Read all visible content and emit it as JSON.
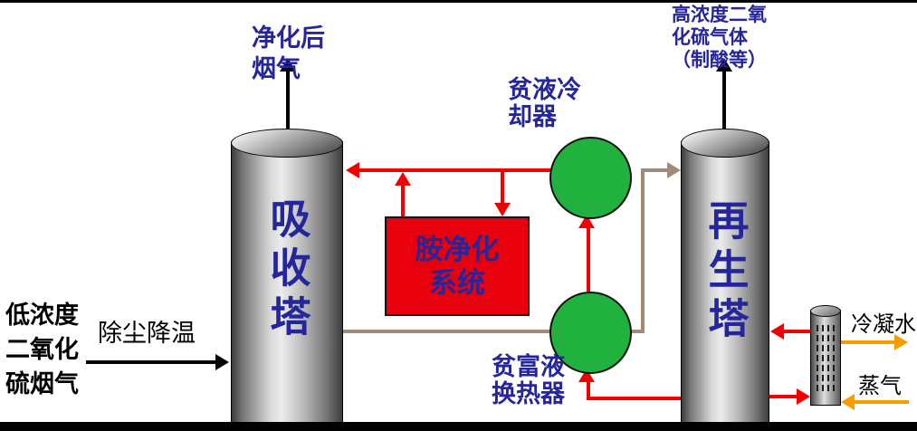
{
  "colors": {
    "pipe_red": "#f20000",
    "pipe_tan": "#a08b7a",
    "pipe_orange": "#f59c00",
    "box_red": "#e8000d",
    "vessel_green": "#21b13e",
    "label_blue": "#26269c"
  },
  "vessels": {
    "absorber": {
      "label": "吸收塔"
    },
    "regenerator": {
      "label": "再生塔"
    },
    "amine_system": {
      "label": "胺净化\n系统"
    },
    "lean_cooler": {
      "label": "贫液冷\n却器"
    },
    "lean_rich_exchanger": {
      "label": "贫富液\n换热器"
    }
  },
  "streams": {
    "purified_gas": "净化后\n烟气",
    "high_so2": "高浓度二氧\n化硫气体\n（制酸等）",
    "low_so2": "低浓度\n二氧化\n硫烟气",
    "pretreat": "除尘降温",
    "condensate": "冷凝水",
    "steam": "蒸气"
  }
}
